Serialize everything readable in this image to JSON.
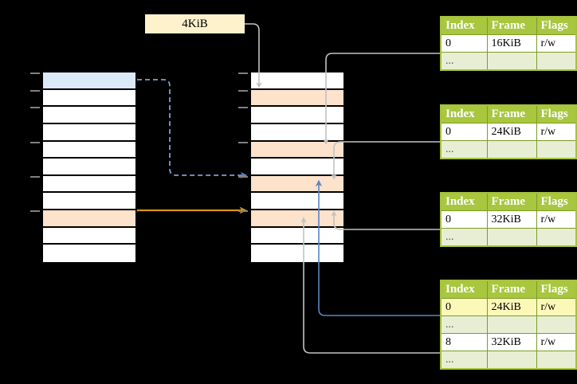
{
  "diagram": {
    "title_chip": {
      "label": "4KiB"
    },
    "colors": {
      "table_header_bg": "#a9c63f",
      "table_border": "#a6c23c",
      "dots_row_bg": "#e7eed4",
      "highlight_cell_bg": "#fcf8b8",
      "row_blue": "#dce9f9",
      "row_peach": "#fde2cc",
      "arrow_orange": "#d9940a",
      "arrow_blue": "#5b84c4",
      "arrow_gray": "#c0c0c0",
      "background": "#000000"
    },
    "left_column": {
      "name": "virtual-address-space",
      "row_count": 11,
      "rows": [
        {
          "fill": "blue",
          "label": ""
        },
        {
          "fill": "white",
          "label": ""
        },
        {
          "fill": "white",
          "label": ""
        },
        {
          "fill": "white",
          "label": ""
        },
        {
          "fill": "white",
          "label": ""
        },
        {
          "fill": "white",
          "label": ""
        },
        {
          "fill": "white",
          "label": ""
        },
        {
          "fill": "white",
          "label": ""
        },
        {
          "fill": "peach",
          "label": ""
        },
        {
          "fill": "white",
          "label": ""
        },
        {
          "fill": "white",
          "label": ""
        }
      ]
    },
    "middle_column": {
      "name": "physical-memory",
      "row_count": 11,
      "rows": [
        {
          "fill": "white",
          "label": ""
        },
        {
          "fill": "peach",
          "label": ""
        },
        {
          "fill": "white",
          "label": ""
        },
        {
          "fill": "white",
          "label": ""
        },
        {
          "fill": "peach",
          "label": ""
        },
        {
          "fill": "white",
          "label": ""
        },
        {
          "fill": "peach",
          "label": ""
        },
        {
          "fill": "white",
          "label": ""
        },
        {
          "fill": "peach",
          "label": ""
        },
        {
          "fill": "white",
          "label": ""
        },
        {
          "fill": "white",
          "label": ""
        }
      ]
    },
    "tables": [
      {
        "name": "page-table-1",
        "headers": [
          "Index",
          "Frame",
          "Flags"
        ],
        "rows": [
          {
            "cells": [
              "0",
              "16KiB",
              "r/w"
            ],
            "kind": "data",
            "highlight": [
              false,
              false,
              false
            ]
          },
          {
            "cells": [
              "...",
              "",
              ""
            ],
            "kind": "dots",
            "highlight": [
              false,
              false,
              false
            ]
          }
        ]
      },
      {
        "name": "page-table-2",
        "headers": [
          "Index",
          "Frame",
          "Flags"
        ],
        "rows": [
          {
            "cells": [
              "0",
              "24KiB",
              "r/w"
            ],
            "kind": "data",
            "highlight": [
              false,
              false,
              false
            ]
          },
          {
            "cells": [
              "...",
              "",
              ""
            ],
            "kind": "dots",
            "highlight": [
              false,
              false,
              false
            ]
          }
        ]
      },
      {
        "name": "page-table-3",
        "headers": [
          "Index",
          "Frame",
          "Flags"
        ],
        "rows": [
          {
            "cells": [
              "0",
              "32KiB",
              "r/w"
            ],
            "kind": "data",
            "highlight": [
              false,
              false,
              false
            ]
          },
          {
            "cells": [
              "...",
              "",
              ""
            ],
            "kind": "dots",
            "highlight": [
              false,
              false,
              false
            ]
          }
        ]
      },
      {
        "name": "page-table-4",
        "headers": [
          "Index",
          "Frame",
          "Flags"
        ],
        "rows": [
          {
            "cells": [
              "0",
              "24KiB",
              "r/w"
            ],
            "kind": "data",
            "highlight": [
              true,
              true,
              true
            ]
          },
          {
            "cells": [
              "...",
              "",
              ""
            ],
            "kind": "dots",
            "highlight": [
              false,
              false,
              false
            ]
          },
          {
            "cells": [
              "8",
              "32KiB",
              "r/w"
            ],
            "kind": "data",
            "highlight": [
              false,
              false,
              false
            ]
          },
          {
            "cells": [
              "...",
              "",
              ""
            ],
            "kind": "dots",
            "highlight": [
              false,
              false,
              false
            ]
          }
        ]
      }
    ]
  }
}
